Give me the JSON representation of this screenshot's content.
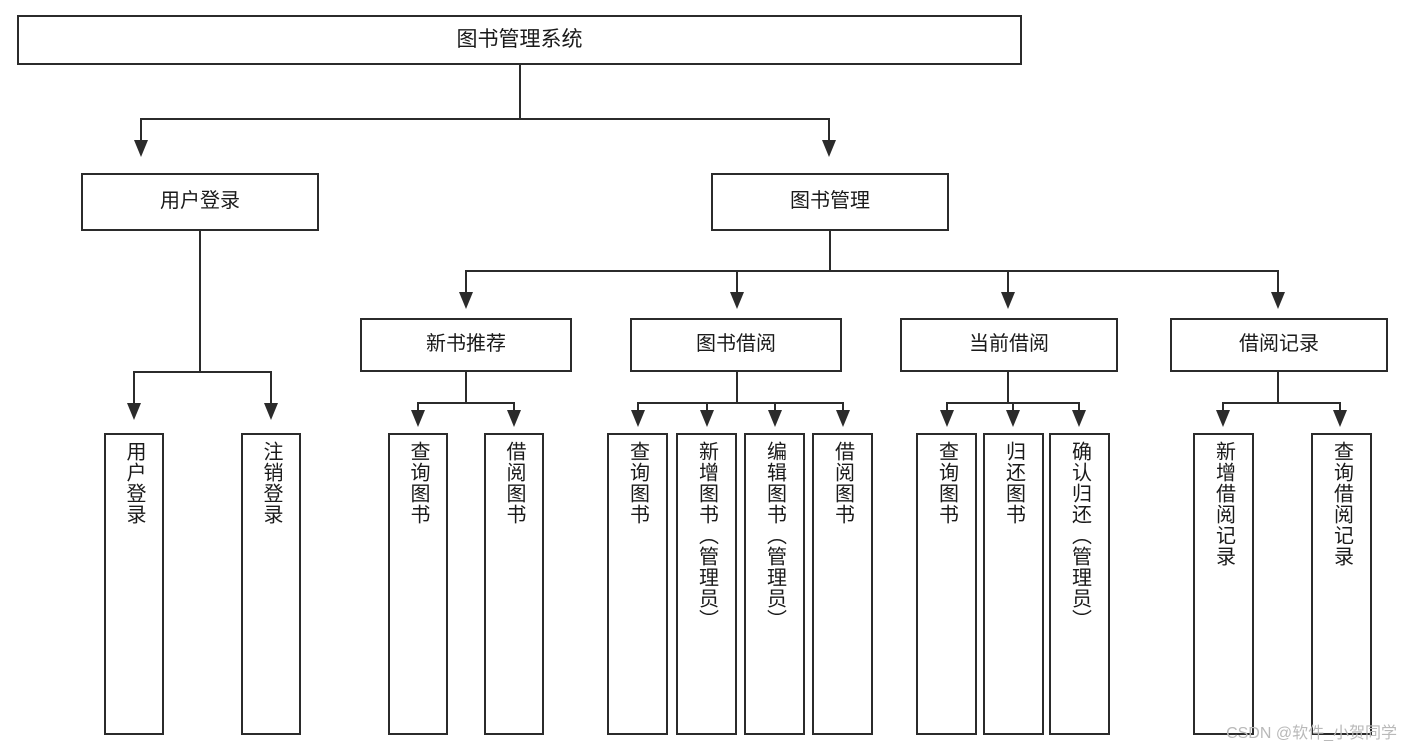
{
  "diagram": {
    "title": "图书管理系统",
    "type": "功能结构图",
    "root": {
      "label": "图书管理系统"
    },
    "level2": [
      {
        "label": "用户登录"
      },
      {
        "label": "图书管理"
      }
    ],
    "level3": [
      {
        "label": "新书推荐"
      },
      {
        "label": "图书借阅"
      },
      {
        "label": "当前借阅"
      },
      {
        "label": "借阅记录"
      }
    ],
    "leaves": {
      "user_login": [
        {
          "label": "用户登录"
        },
        {
          "label": "注销登录"
        }
      ],
      "new_book": [
        {
          "label": "查询图书"
        },
        {
          "label": "借阅图书"
        }
      ],
      "book_borrow": [
        {
          "label": "查询图书"
        },
        {
          "label": "新增图书（管理员）"
        },
        {
          "label": "编辑图书（管理员）"
        },
        {
          "label": "借阅图书"
        }
      ],
      "current_borrow": [
        {
          "label": "查询图书"
        },
        {
          "label": "归还图书"
        },
        {
          "label": "确认归还（管理员）"
        }
      ],
      "borrow_record": [
        {
          "label": "新增借阅记录"
        },
        {
          "label": "查询借阅记录"
        }
      ]
    }
  },
  "watermark": {
    "text": "CSDN @软件_小贺同学"
  },
  "colors": {
    "stroke": "#2b2b2b",
    "background": "#ffffff",
    "text": "#1a1a1a",
    "watermark": "#b9b9b9"
  }
}
